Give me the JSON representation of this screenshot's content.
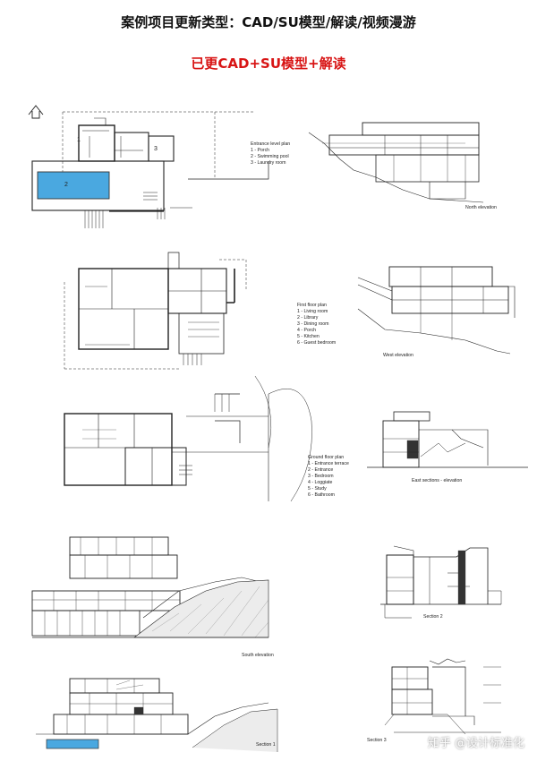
{
  "header": {
    "title": "案例项目更新类型：CAD/SU模型/解读/视频漫游",
    "subtitle": "已更CAD+SU模型+解读"
  },
  "colors": {
    "title": "#111111",
    "subtitle": "#d81414",
    "pool": "#4aa8e0",
    "line": "#222222"
  },
  "drawings": {
    "entrance_plan": {
      "title": "Entrance level plan",
      "items": [
        "1 - Porch",
        "2 - Swimming pool",
        "3 - Laundry room"
      ],
      "marks": [
        "1",
        "2",
        "3"
      ]
    },
    "first_plan": {
      "title": "First floor plan",
      "items": [
        "1 - Living room",
        "2 - Library",
        "3 - Dining room",
        "4 - Porch",
        "5 - Kitchen",
        "6 - Guest bedroom"
      ]
    },
    "ground_plan": {
      "title": "Ground floor plan",
      "items": [
        "1 - Entrance terrace",
        "2 - Entrance",
        "3 - Bedroom",
        "4 - Loggiate",
        "5 - Study",
        "6 - Bathroom"
      ]
    },
    "north_elevation": "North elevation",
    "west_elevation": "West elevation",
    "east_section": "East sections - elevation",
    "south_elevation": "South elevation",
    "section_1": "Section 1",
    "section_2": "Section 2",
    "section_3": "Section 3"
  },
  "watermark": "知乎 @设计标准化"
}
